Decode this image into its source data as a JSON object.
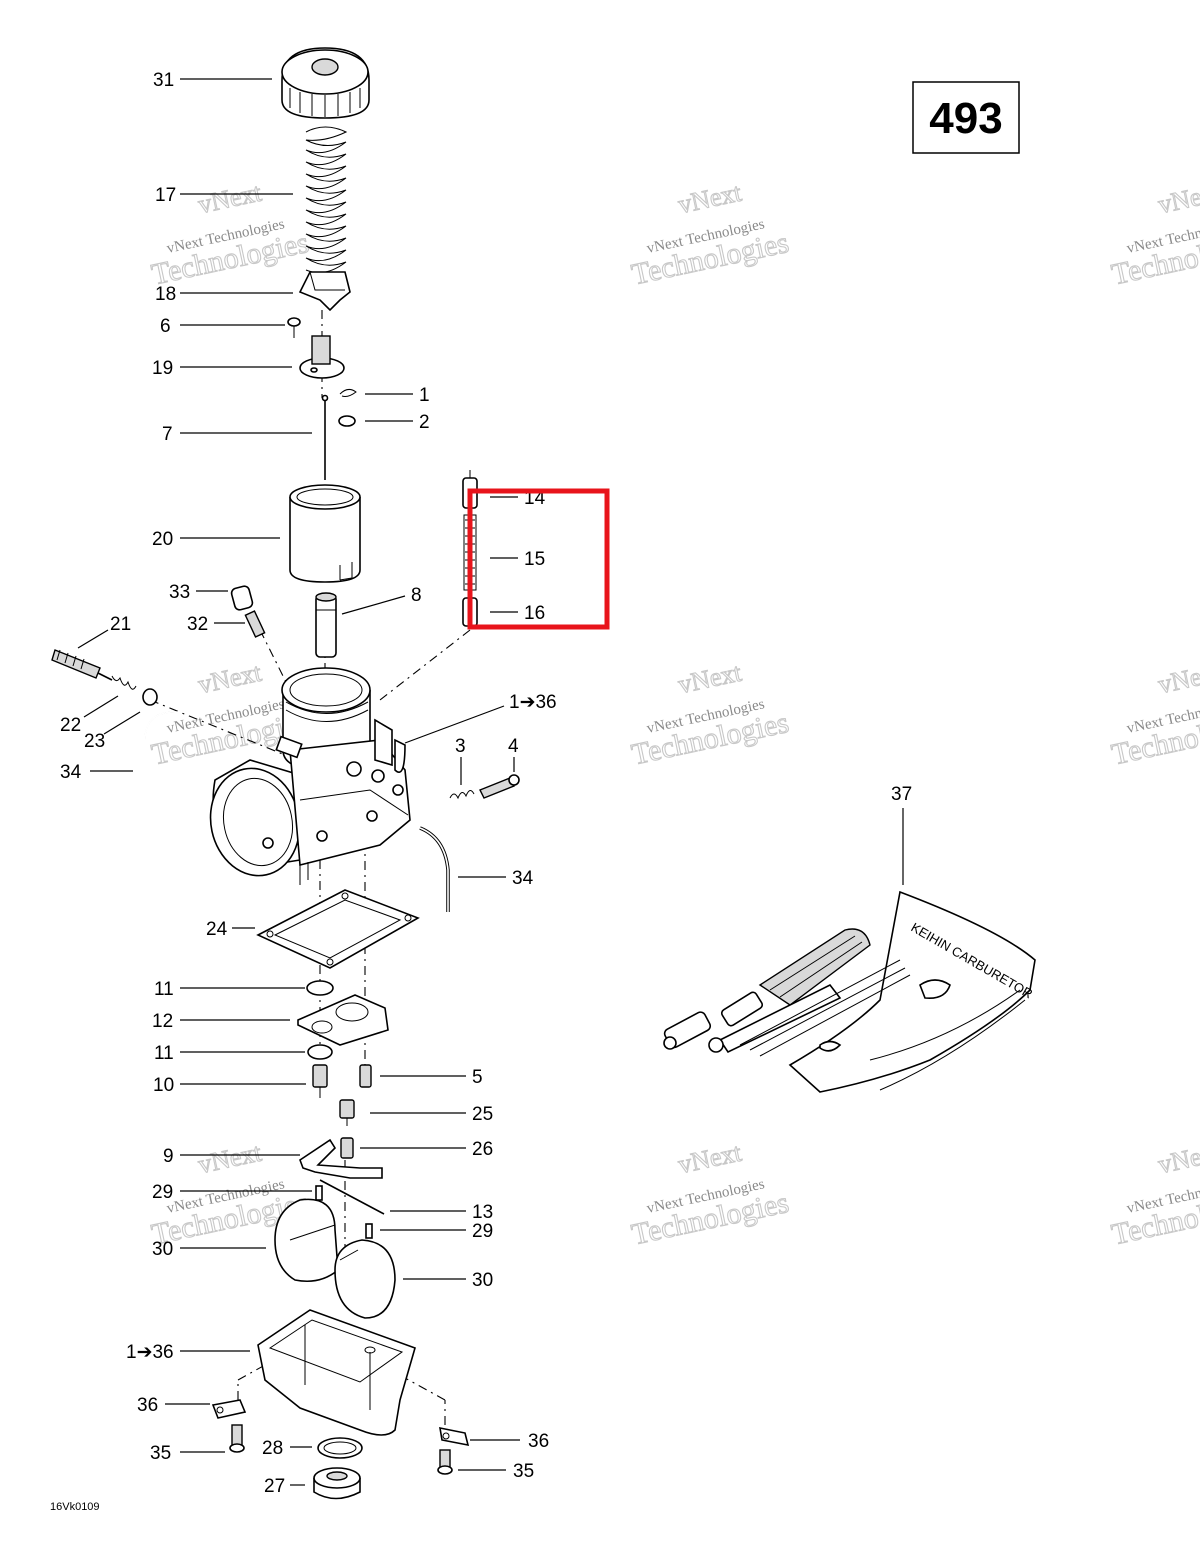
{
  "page_number": "493",
  "figure_ref": "16Vk0109",
  "watermark": {
    "line1": "vNext",
    "line2": "vNext Technologies",
    "line3": "Technologies"
  },
  "highlight_color": "#e8141b",
  "labels": {
    "l31": "31",
    "l17": "17",
    "l18": "18",
    "l6": "6",
    "l19": "19",
    "l1": "1",
    "l2": "2",
    "l7": "7",
    "l20": "20",
    "l14": "14",
    "l15": "15",
    "l16": "16",
    "l8": "8",
    "l33": "33",
    "l32": "32",
    "l21": "21",
    "l22": "22",
    "l23": "23",
    "l34a": "34",
    "l136a": "1➔36",
    "l3": "3",
    "l4": "4",
    "l34b": "34",
    "l24": "24",
    "l11a": "11",
    "l12": "12",
    "l11b": "11",
    "l10": "10",
    "l5": "5",
    "l25": "25",
    "l9": "9",
    "l26": "26",
    "l29a": "29",
    "l13": "13",
    "l29b": "29",
    "l30a": "30",
    "l30b": "30",
    "l136b": "1➔36",
    "l36a": "36",
    "l35a": "35",
    "l28": "28",
    "l27": "27",
    "l36b": "36",
    "l35b": "35",
    "l37": "37"
  },
  "tool_kit_text": "KEIHIN CARBURETOR"
}
